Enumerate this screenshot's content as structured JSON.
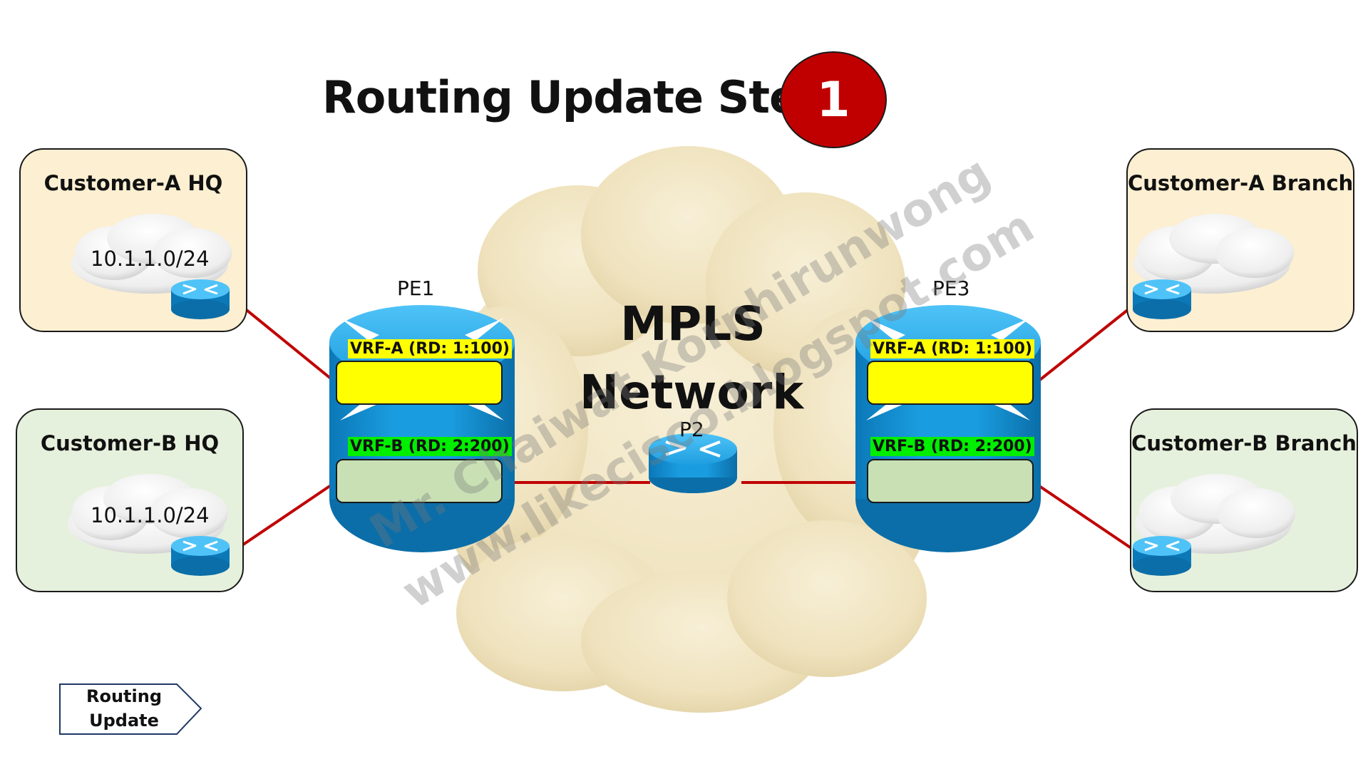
{
  "title": {
    "text": "Routing Update Step",
    "step_number": "1",
    "badge_color": "#c00000"
  },
  "cloud": {
    "label_line1": "MPLS",
    "label_line2": "Network",
    "fill_color": "#f2e6c4"
  },
  "sites": {
    "customer_a_hq": {
      "label": "Customer-A HQ",
      "prefix": "10.1.1.0/24",
      "fill_color": "#fcefd2"
    },
    "customer_b_hq": {
      "label": "Customer-B HQ",
      "prefix": "10.1.1.0/24",
      "fill_color": "#e6f1dd"
    },
    "customer_a_branch": {
      "label": "Customer-A Branch",
      "fill_color": "#fcefd2"
    },
    "customer_b_branch": {
      "label": "Customer-B Branch",
      "fill_color": "#e6f1dd"
    }
  },
  "routers": {
    "pe1": {
      "label": "PE1"
    },
    "p2": {
      "label": "P2"
    },
    "pe3": {
      "label": "PE3"
    }
  },
  "vrfs": {
    "pe1_vrf_a": "VRF-A (RD: 1:100)",
    "pe1_vrf_b": "VRF-B (RD: 2:200)",
    "pe3_vrf_a": "VRF-A (RD: 1:100)",
    "pe3_vrf_b": "VRF-B (RD: 2:200)"
  },
  "vrf_colors": {
    "vrf_a": "#ffff00",
    "vrf_b": "#00ee00"
  },
  "link_color": "#c00000",
  "router_color": "#1f9fdf",
  "watermark": {
    "line1": "Mr. Chaiwat Kornhirunwong",
    "line2": "www.likecisco.blogspot.com"
  },
  "legend": {
    "line1": "Routing",
    "line2": "Update"
  }
}
